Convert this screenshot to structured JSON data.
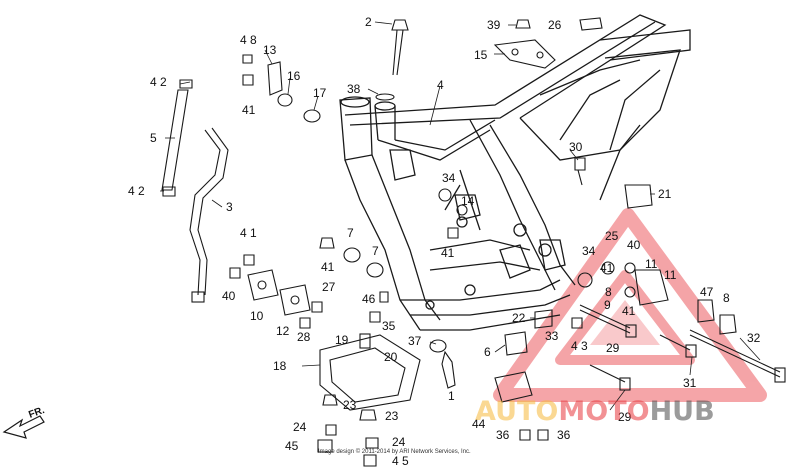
{
  "diagram": {
    "callouts": [
      {
        "id": "c2",
        "text": "2"
      },
      {
        "id": "c39",
        "text": "39"
      },
      {
        "id": "c26",
        "text": "26"
      },
      {
        "id": "c48",
        "text": "4 8"
      },
      {
        "id": "c13",
        "text": "13"
      },
      {
        "id": "c15",
        "text": "15"
      },
      {
        "id": "c42a",
        "text": "4 2"
      },
      {
        "id": "c16",
        "text": "16"
      },
      {
        "id": "c38",
        "text": "38"
      },
      {
        "id": "c4",
        "text": "4"
      },
      {
        "id": "c17",
        "text": "17"
      },
      {
        "id": "c41a",
        "text": "41"
      },
      {
        "id": "c5",
        "text": "5"
      },
      {
        "id": "c30",
        "text": "30"
      },
      {
        "id": "c42b",
        "text": "4 2"
      },
      {
        "id": "c34a",
        "text": "34"
      },
      {
        "id": "c21",
        "text": "21"
      },
      {
        "id": "c3",
        "text": "3"
      },
      {
        "id": "c14",
        "text": "14"
      },
      {
        "id": "c7a",
        "text": "7"
      },
      {
        "id": "c41b",
        "text": "41"
      },
      {
        "id": "c25",
        "text": "25"
      },
      {
        "id": "c41c",
        "text": "4 1"
      },
      {
        "id": "c41d",
        "text": "41"
      },
      {
        "id": "c7b",
        "text": "7"
      },
      {
        "id": "c34b",
        "text": "34"
      },
      {
        "id": "c40a",
        "text": "40"
      },
      {
        "id": "c11a",
        "text": "11"
      },
      {
        "id": "c41e",
        "text": "41"
      },
      {
        "id": "c11b",
        "text": "11"
      },
      {
        "id": "c40b",
        "text": "40"
      },
      {
        "id": "c8a",
        "text": "8"
      },
      {
        "id": "c9",
        "text": "9"
      },
      {
        "id": "c27",
        "text": "27"
      },
      {
        "id": "c46",
        "text": "46"
      },
      {
        "id": "c47",
        "text": "47"
      },
      {
        "id": "c8b",
        "text": "8"
      },
      {
        "id": "c10",
        "text": "10"
      },
      {
        "id": "c12",
        "text": "12"
      },
      {
        "id": "c41f",
        "text": "41"
      },
      {
        "id": "c35",
        "text": "35"
      },
      {
        "id": "c22",
        "text": "22"
      },
      {
        "id": "c28",
        "text": "28"
      },
      {
        "id": "c33",
        "text": "33"
      },
      {
        "id": "c43",
        "text": "4 3"
      },
      {
        "id": "c32",
        "text": "32"
      },
      {
        "id": "c19",
        "text": "19"
      },
      {
        "id": "c37",
        "text": "37"
      },
      {
        "id": "c29a",
        "text": "29"
      },
      {
        "id": "c6",
        "text": "6"
      },
      {
        "id": "c20",
        "text": "20"
      },
      {
        "id": "c18",
        "text": "18"
      },
      {
        "id": "c31",
        "text": "31"
      },
      {
        "id": "c1",
        "text": "1"
      },
      {
        "id": "c23a",
        "text": "23"
      },
      {
        "id": "c23b",
        "text": "23"
      },
      {
        "id": "c29b",
        "text": "29"
      },
      {
        "id": "c24a",
        "text": "24"
      },
      {
        "id": "c44",
        "text": "44"
      },
      {
        "id": "c36a",
        "text": "36"
      },
      {
        "id": "c36b",
        "text": "36"
      },
      {
        "id": "c45a",
        "text": "45"
      },
      {
        "id": "c24b",
        "text": "24"
      },
      {
        "id": "c45b",
        "text": "4 5"
      }
    ],
    "direction_label": "FR.",
    "copyright": "Image design © 2011-2014 by ARI Network Services, Inc."
  },
  "watermark": {
    "part1": "AUTO",
    "part2": "MOTO",
    "part3": "HUB",
    "color_primary": "#e8383d",
    "color_secondary": "#f6b93b",
    "color_dark": "#4a4a4a"
  },
  "colors": {
    "line": "#1a1a1a",
    "background": "#ffffff"
  }
}
